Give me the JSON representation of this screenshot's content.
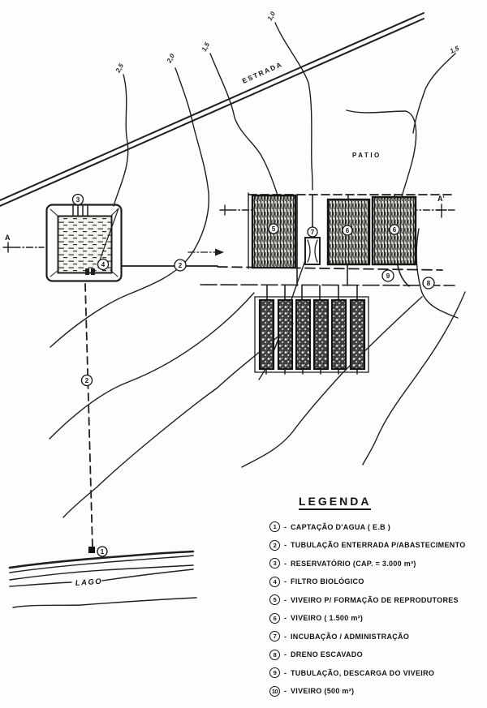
{
  "map": {
    "labels": {
      "road": "ESTRADA",
      "patio": "PATIO",
      "lake": "LAGO",
      "section_left": "A",
      "section_right": "A'"
    },
    "contour_labels": [
      {
        "text": "2,5"
      },
      {
        "text": "2,0"
      },
      {
        "text": "1,5"
      },
      {
        "text": "1,0"
      },
      {
        "text": "1,5"
      }
    ],
    "callouts": [
      {
        "num": "3"
      },
      {
        "num": "4"
      },
      {
        "num": "2"
      },
      {
        "num": "2"
      },
      {
        "num": "1"
      },
      {
        "num": "7"
      },
      {
        "num": "5"
      },
      {
        "num": "6"
      },
      {
        "num": "6"
      },
      {
        "num": "9"
      },
      {
        "num": "8"
      }
    ]
  },
  "legend": {
    "title": "LEGENDA",
    "separator": "-",
    "items": [
      {
        "num": "1",
        "label": "CAPTAÇÃO D'AGUA ( E.B )"
      },
      {
        "num": "2",
        "label": "TUBULAÇÃO ENTERRADA P/ABASTECIMENTO"
      },
      {
        "num": "3",
        "label": "RESERVATÓRIO (CAP. = 3.000 m³)"
      },
      {
        "num": "4",
        "label": "FILTRO BIOLÓGICO"
      },
      {
        "num": "5",
        "label": "VIVEIRO P/ FORMAÇÃO DE REPRODUTORES"
      },
      {
        "num": "6",
        "label": "VIVEIRO ( 1.500 m²)"
      },
      {
        "num": "7",
        "label": "INCUBAÇÃO / ADMINISTRAÇÃO"
      },
      {
        "num": "8",
        "label": "DRENO ESCAVADO"
      },
      {
        "num": "9",
        "label": "TUBULAÇÃO, DESCARGA DO VIVEIRO"
      },
      {
        "num": "10",
        "label": "VIVEIRO (500 m²)"
      }
    ]
  },
  "colors": {
    "ink": "#1f1f1f",
    "paper": "#fdfdfb"
  }
}
